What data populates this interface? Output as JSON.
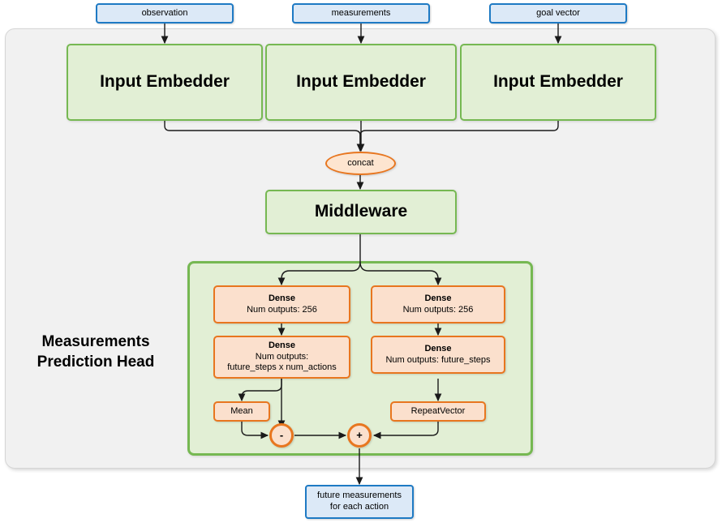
{
  "diagram": {
    "title_head": "Measurements\nPrediction Head",
    "head_title_line1": "Measurements",
    "head_title_line2": "Prediction Head",
    "colors": {
      "io_fill": "#dce9f7",
      "io_stroke": "#1e7ac4",
      "green_fill": "#e2efd5",
      "green_stroke": "#76b852",
      "orange_fill": "#fbe0cd",
      "orange_stroke": "#e8761f",
      "container_fill": "#f1f1f1",
      "container_stroke": "#d6d6d6",
      "edge": "#1a1a1a"
    }
  },
  "inputs": [
    {
      "id": "observation",
      "label": "observation"
    },
    {
      "id": "measurements",
      "label": "measurements"
    },
    {
      "id": "goal_vector",
      "label": "goal vector"
    }
  ],
  "embedders": [
    {
      "id": "embedder_1",
      "label": "Input Embedder"
    },
    {
      "id": "embedder_2",
      "label": "Input Embedder"
    },
    {
      "id": "embedder_3",
      "label": "Input Embedder"
    }
  ],
  "concat": {
    "label": "concat"
  },
  "middleware": {
    "label": "Middleware"
  },
  "head": {
    "title_line1": "Measurements",
    "title_line2": "Prediction Head",
    "left_branch": {
      "dense_1": {
        "title": "Dense",
        "line2": "Num outputs: 256"
      },
      "dense_2": {
        "title": "Dense",
        "line2": "Num outputs:",
        "line3": "future_steps x num_actions"
      },
      "mean": {
        "label": "Mean"
      }
    },
    "right_branch": {
      "dense_1": {
        "title": "Dense",
        "line2": "Num outputs: 256"
      },
      "dense_2": {
        "title": "Dense",
        "line2": "Num outputs: future_steps"
      },
      "repeat_vector": {
        "label": "RepeatVector"
      }
    },
    "operators": [
      {
        "id": "subtract",
        "symbol": "-"
      },
      {
        "id": "add",
        "symbol": "+"
      }
    ]
  },
  "output": {
    "line1": "future measurements",
    "line2": "for each action"
  }
}
